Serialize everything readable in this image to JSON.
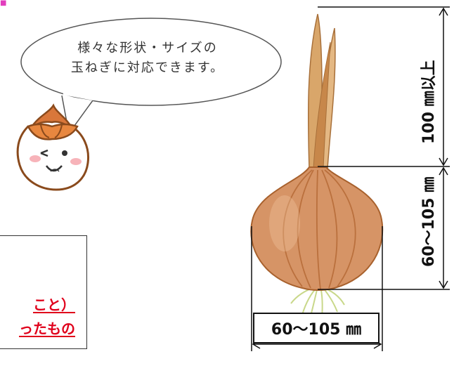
{
  "bubble": {
    "line1": "様々な形状・サイズの",
    "line2": "玉ねぎに対応できます。"
  },
  "note": {
    "line1": "こと）",
    "line2": "ったもの"
  },
  "dimensions": {
    "top_length": "100 ㎜以上",
    "bulb_height": "60～105 ㎜",
    "bulb_width": "60～105 ㎜"
  },
  "colors": {
    "note_text": "#e0001b",
    "pink_accent": "#e23dbd"
  }
}
